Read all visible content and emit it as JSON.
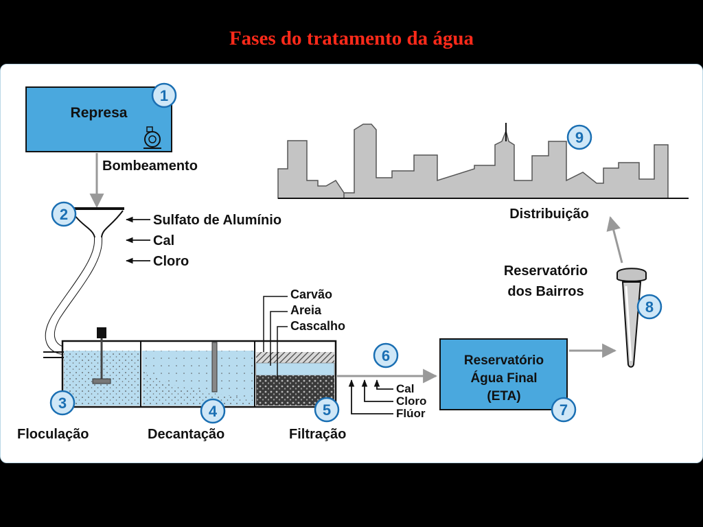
{
  "title": "Fases do tratamento da água",
  "colors": {
    "title": "#ff2a1a",
    "box_fill": "#4aa8de",
    "water": "#b8dcef",
    "badge": "#1a6fb3",
    "badge_fill": "#cfe7f7",
    "skyline": "#c4c4c4"
  },
  "steps": {
    "represa": "Represa",
    "bombeamento": "Bombeamento",
    "floculacao": "Floculação",
    "decantacao": "Decantação",
    "filtracao": "Filtração",
    "distribuicao": "Distribuição",
    "reservatorio_bairros": [
      "Reservatório",
      "dos Bairros"
    ],
    "reservatorio_final": [
      "Reservatório",
      "Água Final",
      "(ETA)"
    ]
  },
  "chemicals_input": [
    "Sulfato de Alumínio",
    "Cal",
    "Cloro"
  ],
  "filter_layers": [
    "Carvão",
    "Areia",
    "Cascalho"
  ],
  "chemicals_post": [
    "Cal",
    "Cloro",
    "Flúor"
  ],
  "numbers": [
    "1",
    "2",
    "3",
    "4",
    "5",
    "6",
    "7",
    "8",
    "9"
  ],
  "icons": [
    "pump-icon",
    "mixer-icon",
    "city-skyline-icon",
    "water-tower-icon",
    "funnel-icon"
  ]
}
